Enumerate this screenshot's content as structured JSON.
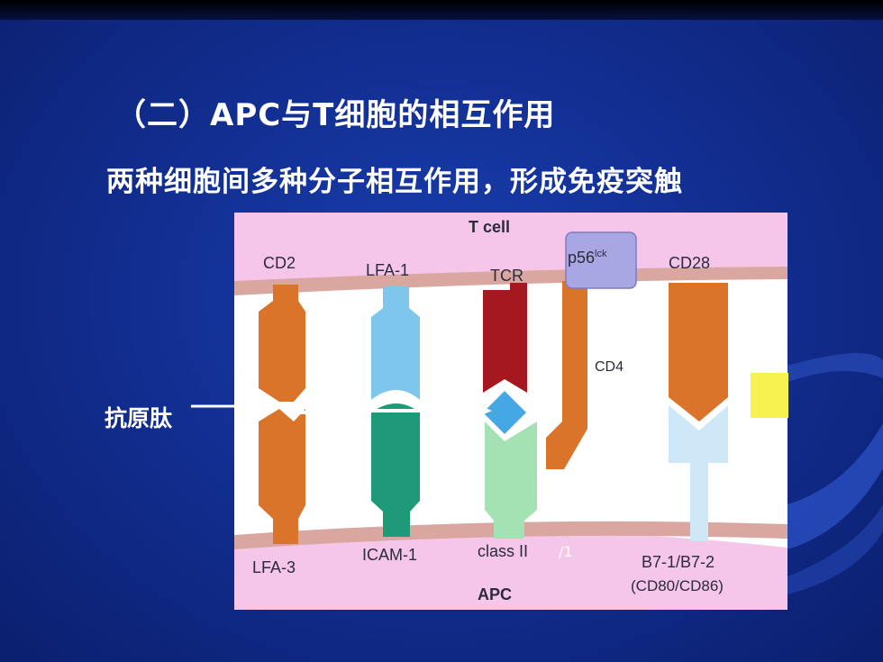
{
  "slide": {
    "title": "（二）APC与T细胞的相互作用",
    "subtitle": "两种细胞间多种分子相互作用，形成免疫突触",
    "antigen_label": "抗原肽"
  },
  "figure": {
    "top_cell_label": "T cell",
    "bottom_cell_label": "APC",
    "molecules_top": [
      "CD2",
      "LFA-1",
      "TCR",
      "CD28"
    ],
    "kinase_label": "p56",
    "kinase_superscript": "lck",
    "coreceptor_label": "CD4",
    "molecules_bottom": [
      "LFA-3",
      "ICAM-1",
      "class II",
      "B7-1/B7-2"
    ],
    "b7_sub": "(CD80/CD86)",
    "stray_mark": "/1"
  },
  "colors": {
    "background": "#122f93",
    "figure_bg": "#f5c6ea",
    "membrane": "#d9a7a0",
    "cd2": "#d9742a",
    "lfa1": "#7fc6ec",
    "icam1": "#1f9a78",
    "tcr": "#a51820",
    "mhc": "#a4e2b4",
    "peptide": "#45a7e3",
    "cd28_b7": "#cfe8f8",
    "p56lck": "#a9a7e3",
    "yellow": "#f7f250"
  }
}
